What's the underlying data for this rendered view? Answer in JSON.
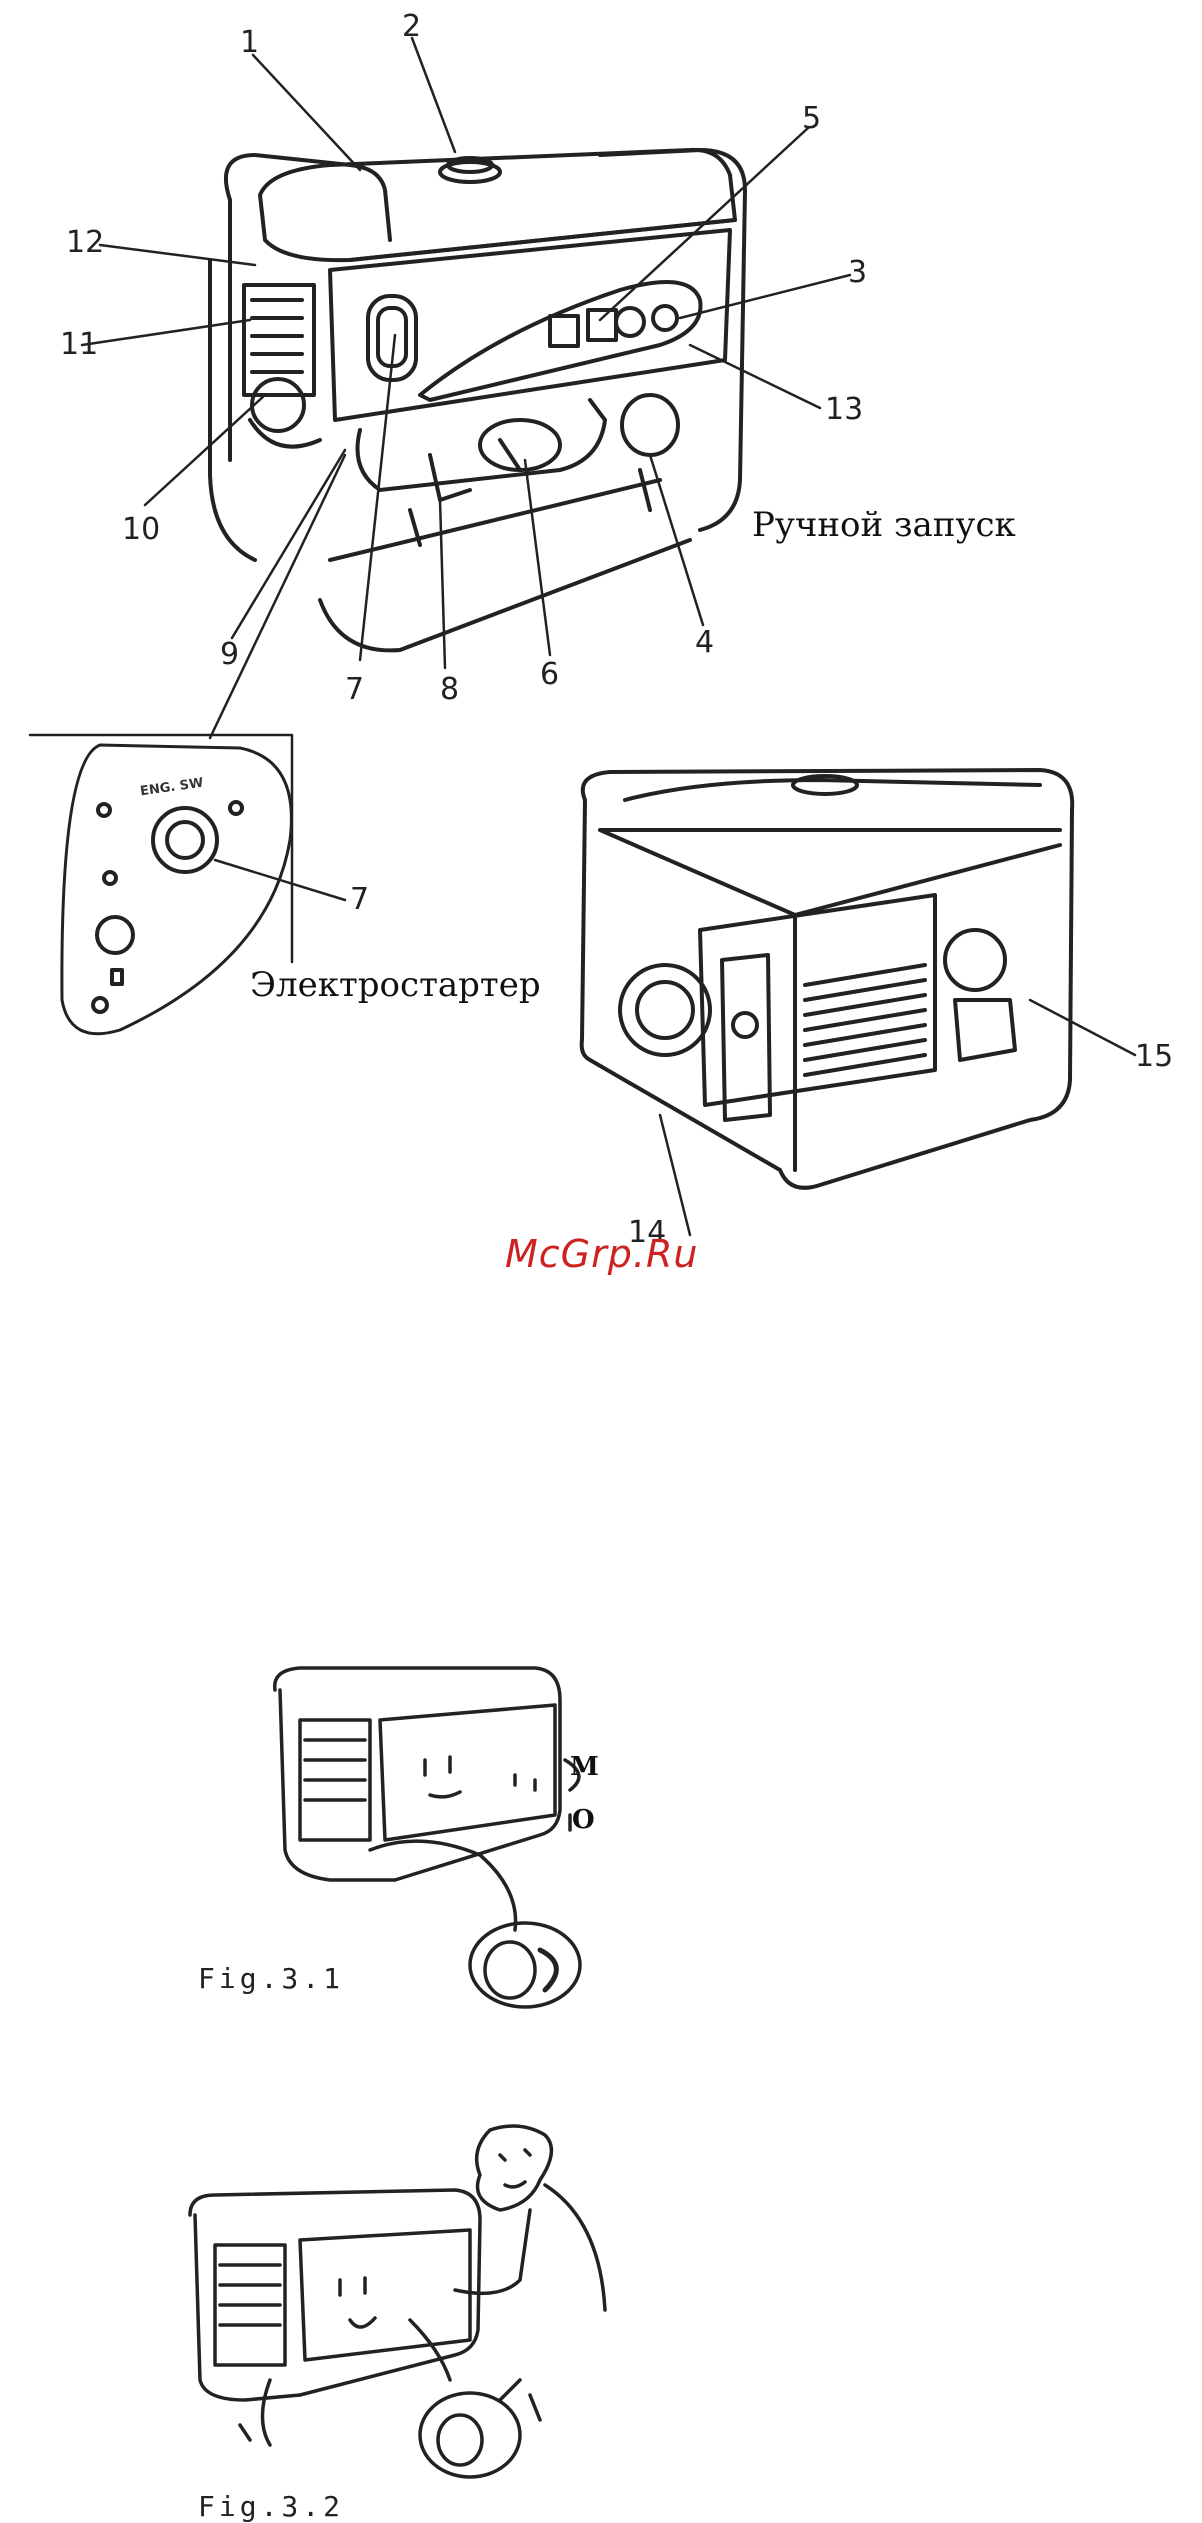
{
  "callouts": {
    "n1": "1",
    "n2": "2",
    "n3": "3",
    "n4": "4",
    "n5": "5",
    "n6": "6",
    "n7": "7",
    "n7b": "7",
    "n8": "8",
    "n9": "9",
    "n10": "10",
    "n11": "11",
    "n12": "12",
    "n13": "13",
    "n14": "14",
    "n15": "15"
  },
  "captions": {
    "manual_start": "Ручной запуск",
    "electric_start": "Электростартер",
    "eng_sw": "ENG. SW"
  },
  "watermark": "McGrp.Ru",
  "figures": {
    "fig31": "Fig.3.1",
    "fig32": "Fig.3.2",
    "m_label": "M",
    "o_label": "O"
  }
}
